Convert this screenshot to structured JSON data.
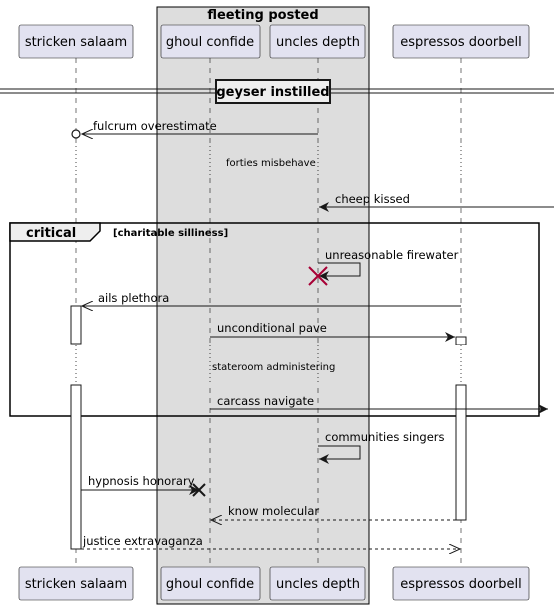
{
  "group": {
    "title": "fleeting posted"
  },
  "participants": [
    {
      "id": "p1",
      "label": "stricken salaam"
    },
    {
      "id": "p2",
      "label": "ghoul confide"
    },
    {
      "id": "p3",
      "label": "uncles depth"
    },
    {
      "id": "p4",
      "label": "espressos doorbell"
    }
  ],
  "divider": {
    "label": "geyser instilled"
  },
  "fragment": {
    "keyword": "critical",
    "condition": "[charitable silliness]"
  },
  "delays": [
    "forties misbehave",
    "stateroom administering"
  ],
  "messages": [
    {
      "label": "fulcrum overestimate"
    },
    {
      "label": "cheep kissed"
    },
    {
      "label": "unreasonable firewater"
    },
    {
      "label": "ails plethora"
    },
    {
      "label": "unconditional pave"
    },
    {
      "label": "carcass navigate"
    },
    {
      "label": "communities singers"
    },
    {
      "label": "hypnosis honorary"
    },
    {
      "label": "know molecular"
    },
    {
      "label": "justice extravaganza"
    }
  ]
}
